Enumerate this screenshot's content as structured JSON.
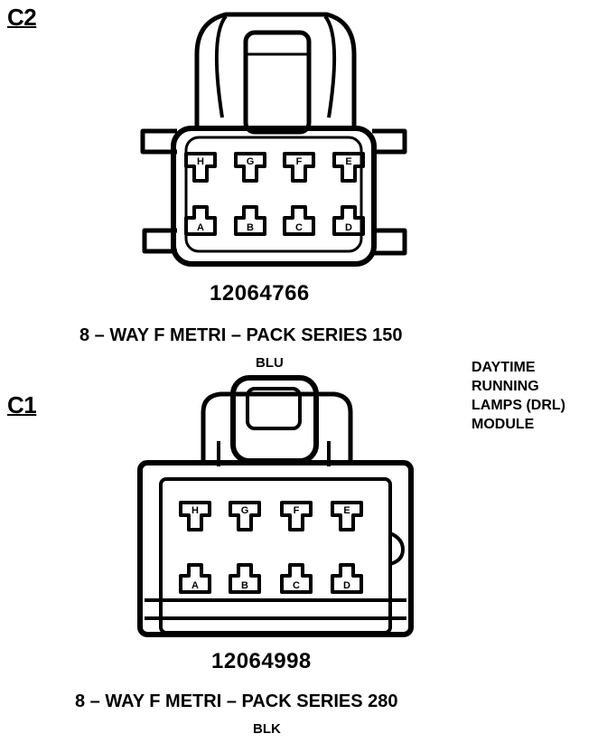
{
  "connectors": [
    {
      "id": "C2",
      "label": "C2",
      "part_number": "12064766",
      "description": "8 – WAY F METRI – PACK SERIES 150",
      "color": "BLU",
      "pins_top": [
        "H",
        "G",
        "F",
        "E"
      ],
      "pins_bottom": [
        "A",
        "B",
        "C",
        "D"
      ]
    },
    {
      "id": "C1",
      "label": "C1",
      "part_number": "12064998",
      "description": "8 – WAY F METRI – PACK SERIES 280",
      "color": "BLK",
      "pins_top": [
        "H",
        "G",
        "F",
        "E"
      ],
      "pins_bottom": [
        "A",
        "B",
        "C",
        "D"
      ]
    }
  ],
  "module_label": [
    "DAYTIME",
    "RUNNING",
    "LAMPS (DRL)",
    "MODULE"
  ]
}
